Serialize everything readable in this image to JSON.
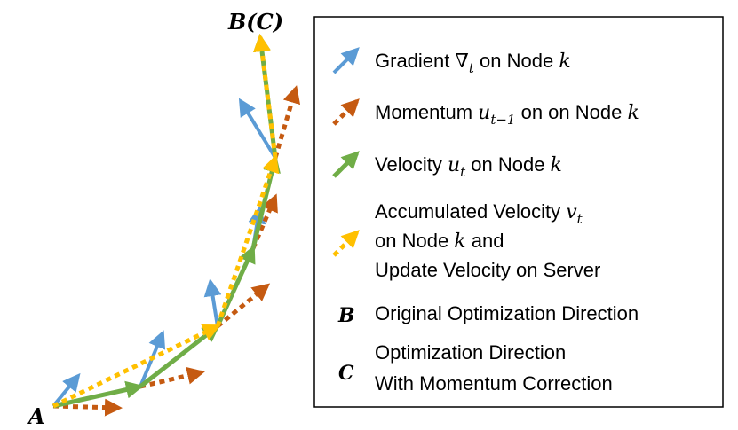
{
  "colors": {
    "gradient": "#5b9bd5",
    "momentum": "#c55a11",
    "velocity": "#70ad47",
    "accumulated": "#ffc000"
  },
  "labels": {
    "start": "A",
    "end": "B(C)"
  },
  "legend": {
    "gradient": {
      "pre": "Gradient ",
      "sym": "∇",
      "sub": "t",
      "post": " on Node ",
      "node": "k"
    },
    "momentum": {
      "pre": "Momentum ",
      "sym": "u",
      "sub": "t−1",
      "post": " on on Node ",
      "node": "k"
    },
    "velocity": {
      "pre": "Velocity ",
      "sym": "u",
      "sub": "t",
      "post": " on Node ",
      "node": "k"
    },
    "accumulated": {
      "line1_pre": "Accumulated Velocity ",
      "line1_sym": "v",
      "line1_sub": "t",
      "line2_pre": "on Node ",
      "line2_node": "k",
      "line2_post": " and",
      "line3": "Update Velocity on Server"
    },
    "b": {
      "letter": "B",
      "text": "Original Optimization Direction"
    },
    "c": {
      "letter": "C",
      "line1": "Optimization Direction",
      "line2": "With Momentum Correction"
    }
  }
}
